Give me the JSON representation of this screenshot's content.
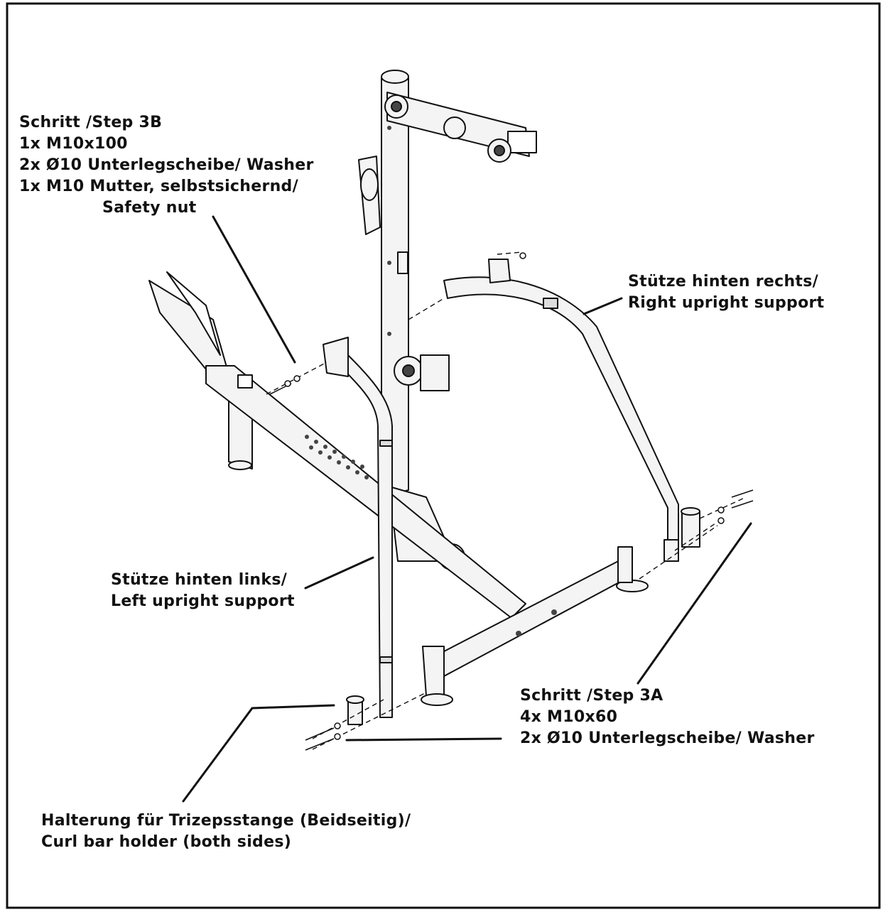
{
  "callouts": {
    "step3b": {
      "line1": "Schritt /Step 3B",
      "line2": "1x M10x100",
      "line3": "2x Ø10 Unterlegscheibe/ Washer",
      "line4": "1x M10 Mutter, selbstsichernd/",
      "line5": "Safety nut"
    },
    "right_support": {
      "line1": "Stütze hinten rechts/",
      "line2": "Right upright support"
    },
    "left_support": {
      "line1": "Stütze hinten links/",
      "line2": "Left upright support"
    },
    "step3a": {
      "line1": "Schritt /Step 3A",
      "line2": "4x M10x60",
      "line3": "2x Ø10 Unterlegscheibe/ Washer"
    },
    "curl_holder": {
      "line1": "Halterung für Trizepsstange (Beidseitig)/",
      "line2": "Curl bar holder (both sides)"
    }
  },
  "colors": {
    "ink": "#111111",
    "paper": "#ffffff",
    "part_fill": "#f4f4f4"
  }
}
